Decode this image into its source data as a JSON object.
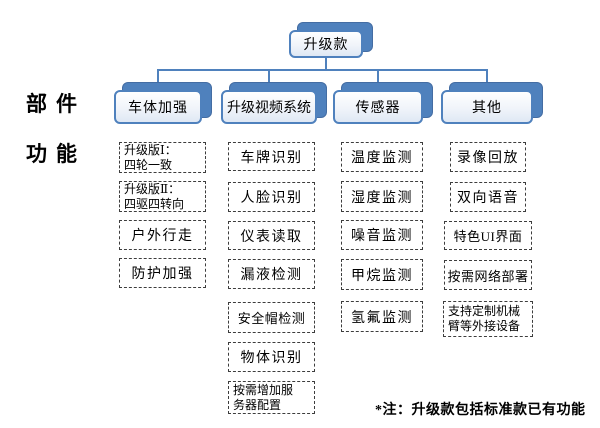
{
  "labels": {
    "parts": "部件",
    "functions": "功能",
    "note": "*注：升级款包括标准款已有功能"
  },
  "tree": {
    "root": "升级款",
    "columns": [
      {
        "header": "车体加强",
        "items": [
          "升级版Ⅰ：\n四轮一致",
          "升级版Ⅱ：\n四驱四转向",
          "户外行走",
          "防护加强"
        ]
      },
      {
        "header": "升级视频系统",
        "items": [
          "车牌识别",
          "人脸识别",
          "仪表读取",
          "漏液检测",
          "安全帽检测",
          "物体识别",
          "按需增加服\n务器配置"
        ]
      },
      {
        "header": "传感器",
        "items": [
          "温度监测",
          "湿度监测",
          "噪音监测",
          "甲烷监测",
          "氢氟监测"
        ]
      },
      {
        "header": "其他",
        "items": [
          "录像回放",
          "双向语音",
          "特色UI界面",
          "按需网络部署",
          "支持定制机械\n臂等外接设备"
        ]
      }
    ]
  },
  "colors": {
    "accent": "#4f81bd",
    "dashed_border": "#3d3d3d",
    "text": "#000000"
  }
}
